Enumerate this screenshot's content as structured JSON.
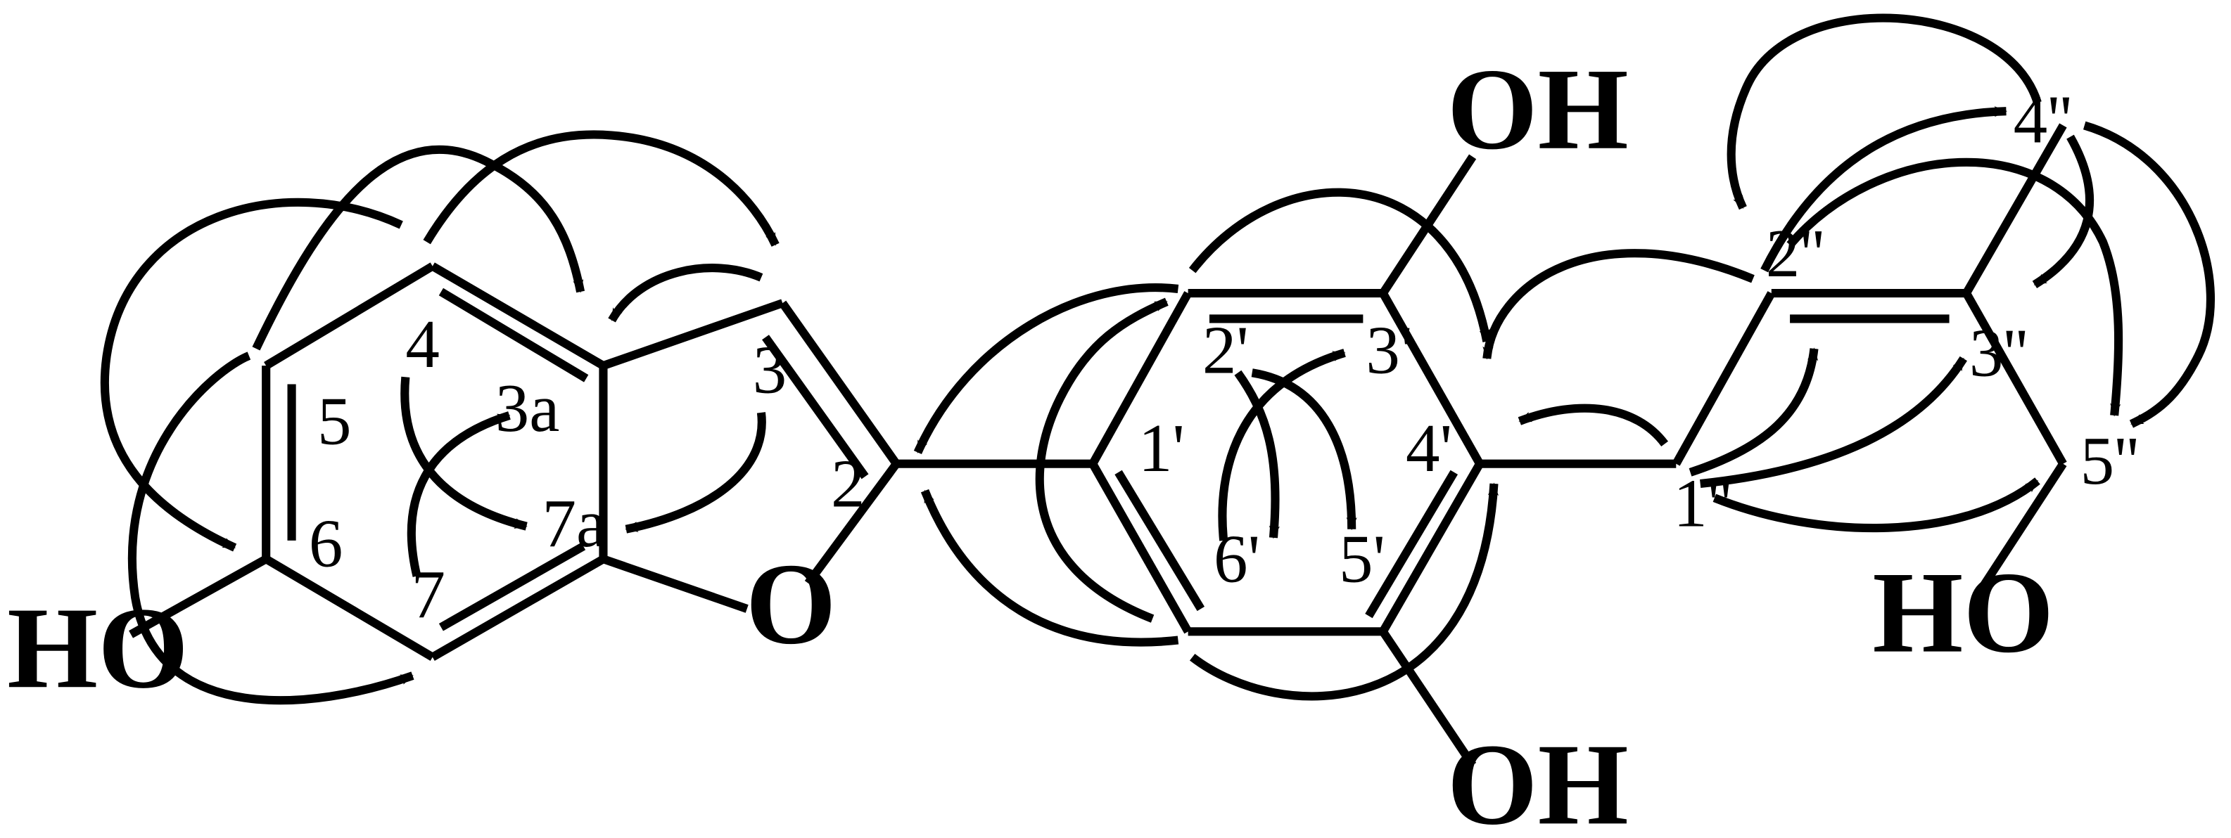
{
  "atom_labels": {
    "ho_left": "HO",
    "o_ring": "O",
    "oh_top": "OH",
    "oh_bottom": "OH",
    "ho_right": "HO"
  },
  "position_labels": {
    "c2": "2",
    "c3": "3",
    "c3a": "3a",
    "c4": "4",
    "c5": "5",
    "c6": "6",
    "c7": "7",
    "c7a": "7a",
    "c1p": "1'",
    "c2p": "2'",
    "c3p": "3'",
    "c4p": "4'",
    "c5p": "5'",
    "c6p": "6'",
    "c1pp": "1''",
    "c2pp": "2''",
    "c3pp": "3''",
    "c4pp": "4''",
    "c5pp": "5''"
  }
}
